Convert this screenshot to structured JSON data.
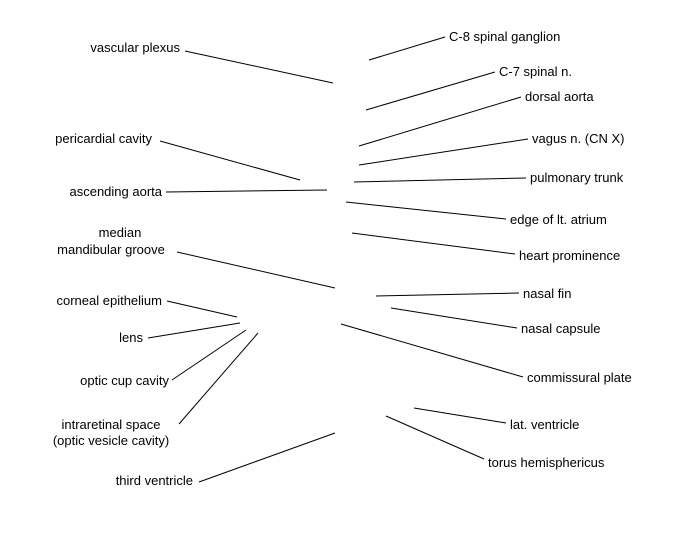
{
  "labels": {
    "vascular_plexus": "vascular plexus",
    "pericardial_cavity": "pericardial cavity",
    "ascending_aorta": "ascending aorta",
    "median_line1": "median",
    "median_line2": "mandibular groove",
    "corneal_epithelium": "corneal epithelium",
    "lens": "lens",
    "optic_cup_cavity": "optic cup cavity",
    "intraretinal_line1": "intraretinal space",
    "intraretinal_line2": "(optic vesicle cavity)",
    "third_ventricle": "third ventricle",
    "c8_spinal_ganglion": "C-8 spinal ganglion",
    "c7_spinal_n": "C-7 spinal n.",
    "dorsal_aorta": "dorsal aorta",
    "vagus_n": "vagus n. (CN X)",
    "pulmonary_trunk": "pulmonary trunk",
    "edge_lt_atrium": "edge of lt. atrium",
    "heart_prominence": "heart prominence",
    "nasal_fin": "nasal fin",
    "nasal_capsule": "nasal capsule",
    "commissural_plate": "commissural plate",
    "lat_ventricle": "lat. ventricle",
    "torus_hemisphericus": "torus hemisphericus"
  }
}
